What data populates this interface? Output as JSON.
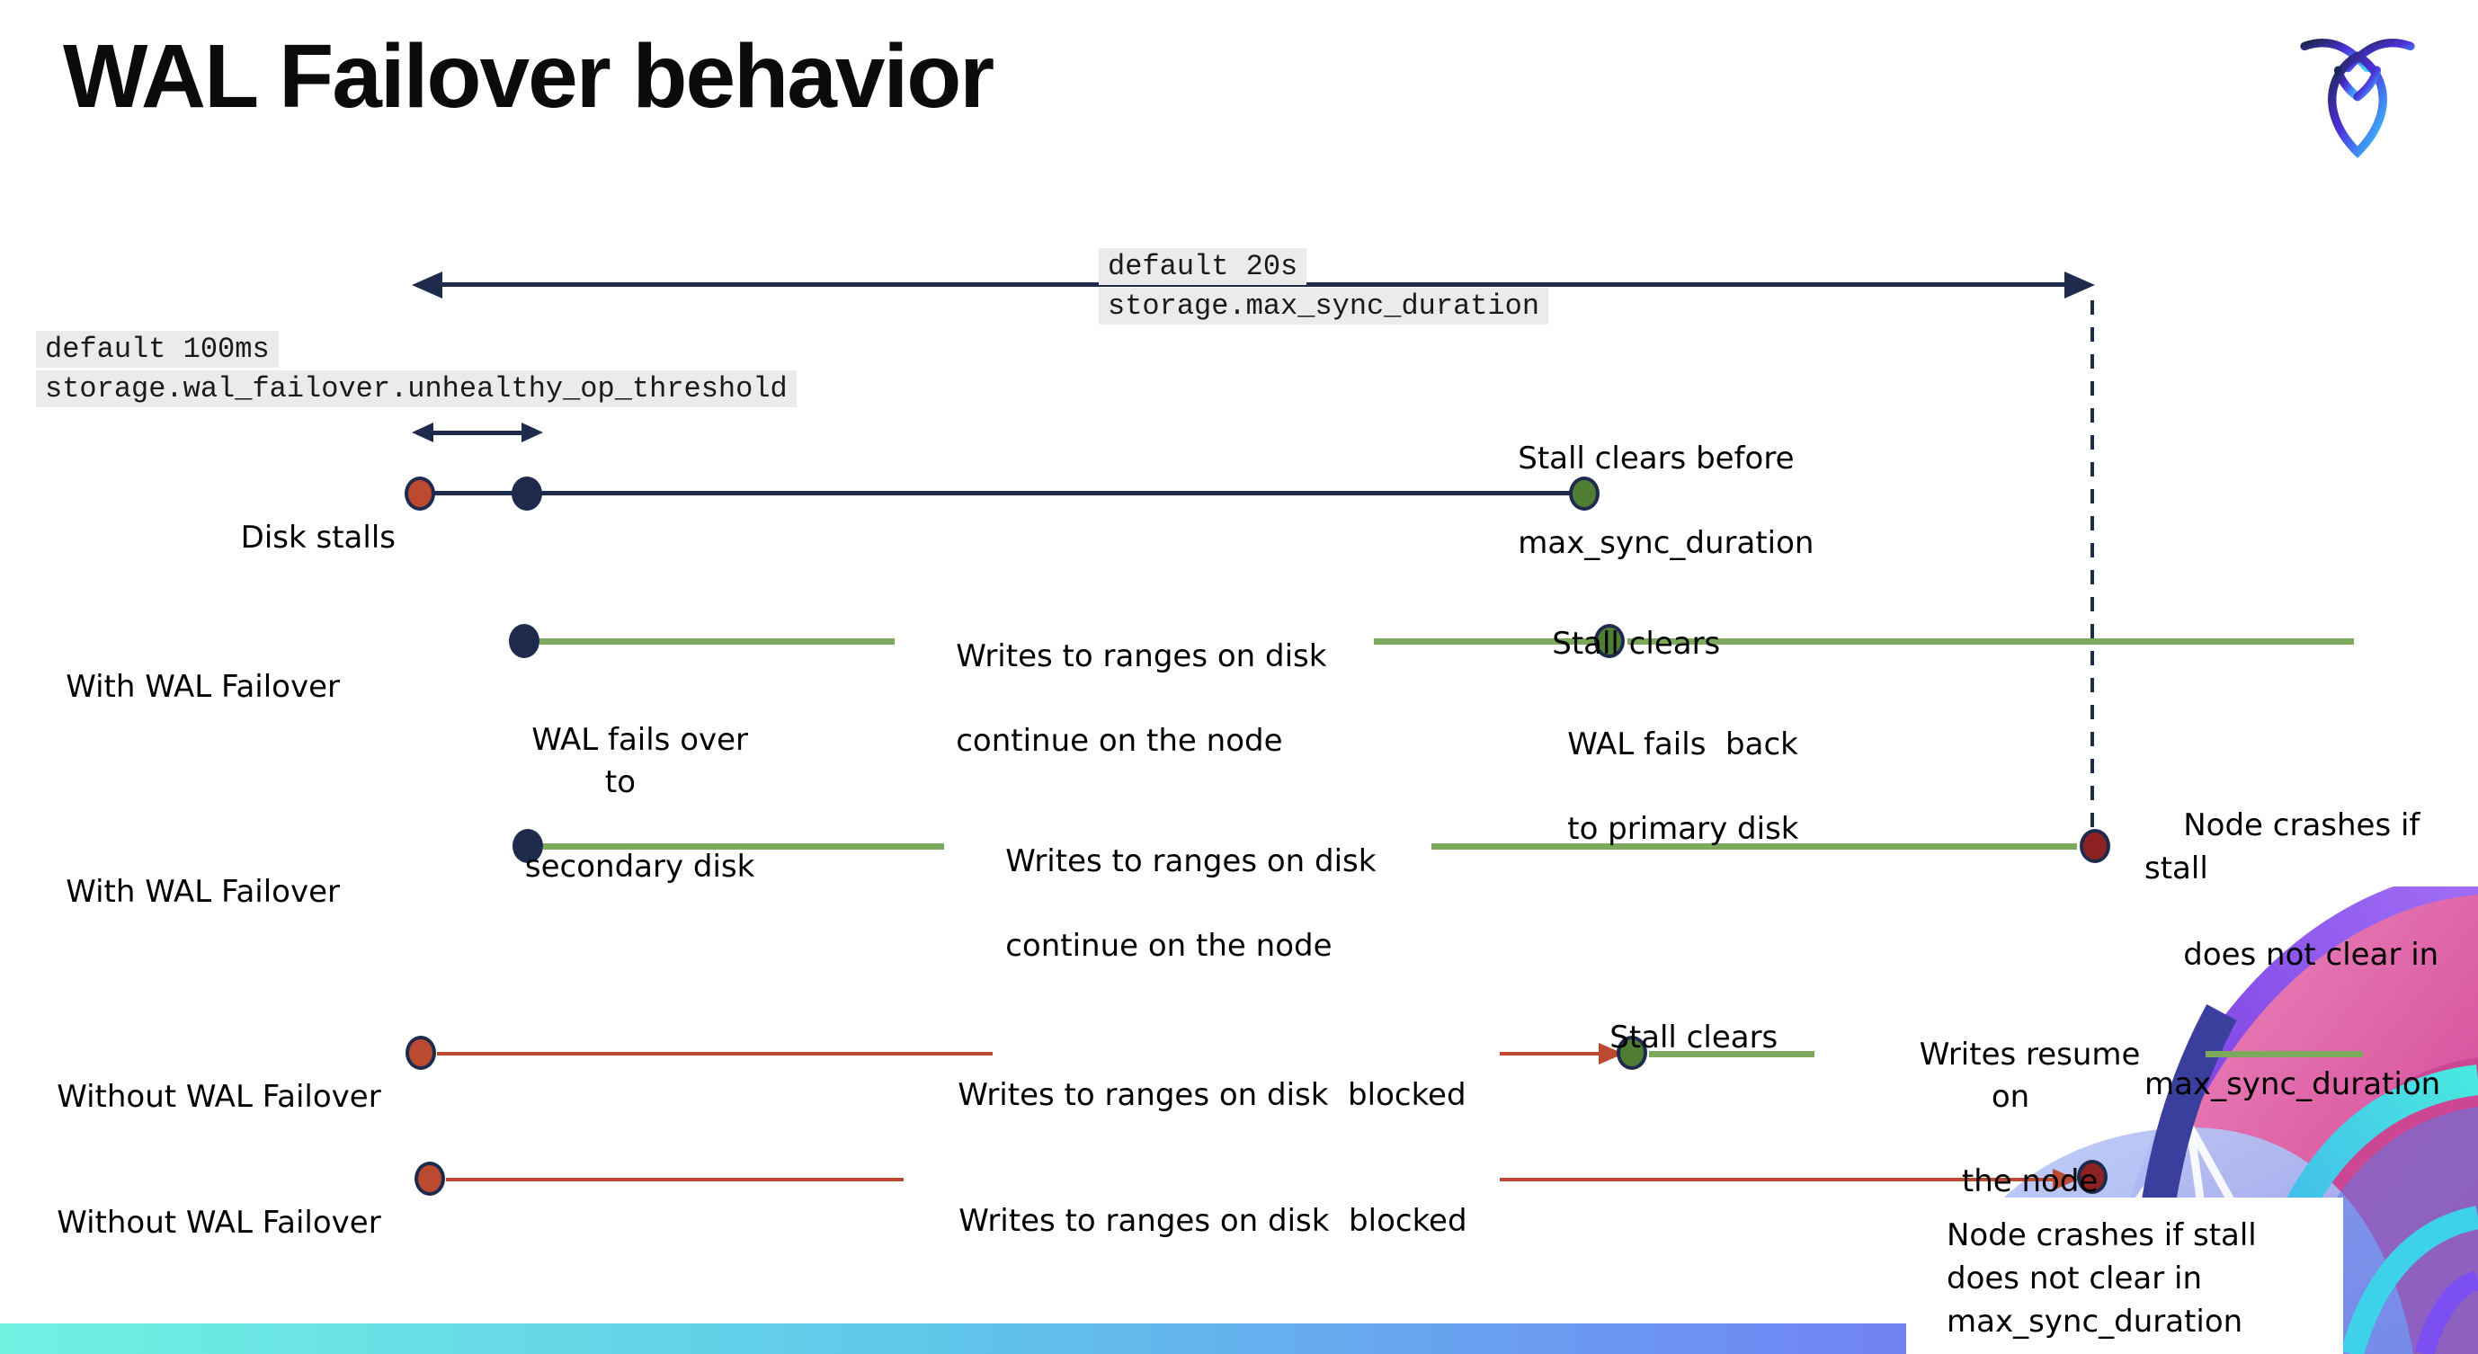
{
  "page": {
    "title": "WAL Failover behavior"
  },
  "icons": {
    "brand_logo": "cockroach-logo",
    "brand_art": "cockroach-wing-art"
  },
  "annotations": {
    "max_sync": {
      "default_label": "default 20s",
      "setting": "storage.max_sync_duration"
    },
    "unhealthy_op": {
      "default_label": "default 100ms",
      "setting": "storage.wal_failover.unhealthy_op_threshold"
    }
  },
  "rows": {
    "disk_stalls": {
      "label": "Disk stalls",
      "stall_clears_lines": [
        "Stall clears before",
        "max_sync_duration"
      ]
    },
    "with_failover_clears": {
      "label": "With WAL Failover",
      "failover_lines": [
        "WAL fails over to",
        "secondary disk"
      ],
      "writes_lines": [
        "Writes to ranges on disk",
        "continue on the node"
      ],
      "stall_clears": "Stall clears",
      "failback_lines": [
        "WAL fails  back",
        "to primary disk"
      ]
    },
    "with_failover_crash": {
      "label": "With WAL Failover",
      "writes_lines": [
        "Writes to ranges on disk",
        "continue on the node"
      ],
      "crash_lines": [
        "Node crashes if stall",
        "does not clear in",
        "max_sync_duration"
      ]
    },
    "without_failover_clears": {
      "label": "Without WAL Failover",
      "blocked": "Writes to ranges on disk  blocked",
      "stall_clears": "Stall clears",
      "resume_lines": [
        "Writes resume on",
        "the node"
      ]
    },
    "without_failover_crash": {
      "label": "Without WAL Failover",
      "blocked": "Writes to ranges on disk  blocked",
      "crash_lines": [
        "Node crashes if stall",
        "does not clear in",
        "max_sync_duration"
      ]
    }
  },
  "colors": {
    "navy": "#1f2b4d",
    "green-line": "#7da95d",
    "green-dot": "#4e7d33",
    "red": "#bc4a30",
    "maroon": "#8e2121",
    "code-bg": "#ebebeb",
    "bar-aqua": "#6ff2e2",
    "bar-blue": "#5fc6ea",
    "bar-periwinkle": "#6e8ef3",
    "bar-purple": "#7b5bf0"
  }
}
